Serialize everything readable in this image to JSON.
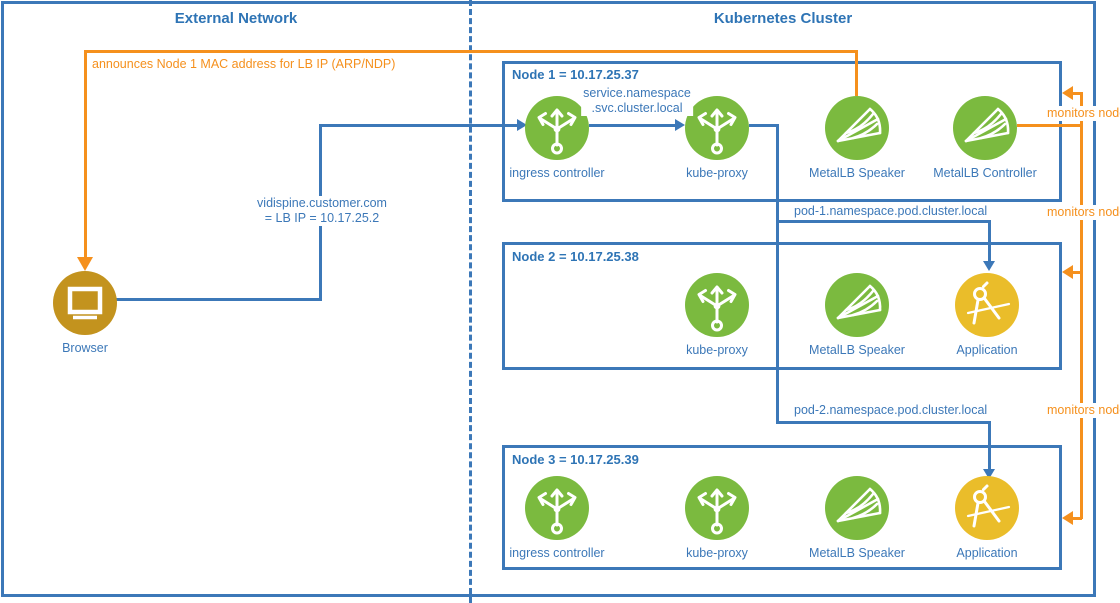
{
  "titles": {
    "external": "External Network",
    "cluster": "Kubernetes Cluster"
  },
  "nodes": {
    "node1": {
      "title": "Node 1 = 10.17.25.37",
      "items": [
        {
          "label": "ingress controller",
          "icon": "trident-icon"
        },
        {
          "label": "kube-proxy",
          "icon": "trident-icon"
        },
        {
          "label": "MetalLB Speaker",
          "icon": "metallb-icon"
        },
        {
          "label": "MetalLB Controller",
          "icon": "metallb-icon"
        }
      ]
    },
    "node2": {
      "title": "Node 2 = 10.17.25.38",
      "items": [
        {
          "label": "kube-proxy",
          "icon": "trident-icon"
        },
        {
          "label": "MetalLB Speaker",
          "icon": "metallb-icon"
        },
        {
          "label": "Application",
          "icon": "compass-icon"
        }
      ]
    },
    "node3": {
      "title": "Node 3 = 10.17.25.39",
      "items": [
        {
          "label": "ingress controller",
          "icon": "trident-icon"
        },
        {
          "label": "kube-proxy",
          "icon": "trident-icon"
        },
        {
          "label": "MetalLB Speaker",
          "icon": "metallb-icon"
        },
        {
          "label": "Application",
          "icon": "compass-icon"
        }
      ]
    }
  },
  "browser": {
    "label": "Browser"
  },
  "edges": {
    "announces": "announces Node 1 MAC address for LB IP (ARP/NDP)",
    "vidispine_line1": "vidispine.customer.com",
    "vidispine_line2": "= LB IP = 10.17.25.2",
    "service_line1": "service.namespace",
    "service_line2": ".svc.cluster.local",
    "pod1": "pod-1.namespace.pod.cluster.local",
    "pod2": "pod-2.namespace.pod.cluster.local",
    "monitors": "monitors node"
  },
  "colors": {
    "blue": "#3c78b8",
    "title-blue": "#2e74b5",
    "orange": "#f5901d",
    "green": "#7bba3f",
    "yellow": "#eabd2a",
    "gold": "#c3931e"
  }
}
